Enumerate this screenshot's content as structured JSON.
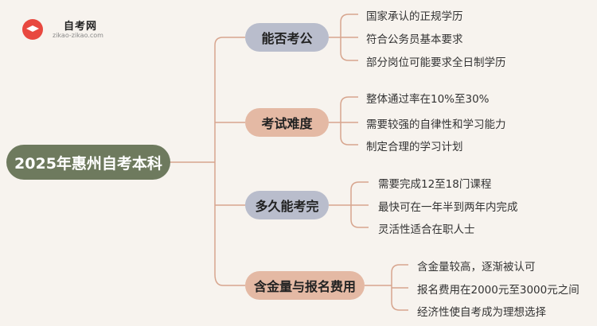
{
  "logo": {
    "name": "自考网",
    "url": "zikao-zikao.com"
  },
  "root": "2025年惠州自考本科",
  "branches": [
    {
      "label": "能否考公",
      "items": [
        "国家承认的正规学历",
        "符合公务员基本要求",
        "部分岗位可能要求全日制学历"
      ]
    },
    {
      "label": "考试难度",
      "items": [
        "整体通过率在10%至30%",
        "需要较强的自律性和学习能力",
        "制定合理的学习计划"
      ]
    },
    {
      "label": "多久能考完",
      "items": [
        "需要完成12至18门课程",
        "最快可在一年半到两年内完成",
        "灵活性适合在职人士"
      ]
    },
    {
      "label": "含金量与报名费用",
      "items": [
        "含金量较高，逐渐被认可",
        "报名费用在2000元至3000元之间",
        "经济性使自考成为理想选择"
      ]
    }
  ],
  "colors": {
    "root": "#6e7a5e",
    "branch_gray": "#b9bdcc",
    "branch_peach": "#e4b9a4",
    "connector": "#d7a58e"
  }
}
